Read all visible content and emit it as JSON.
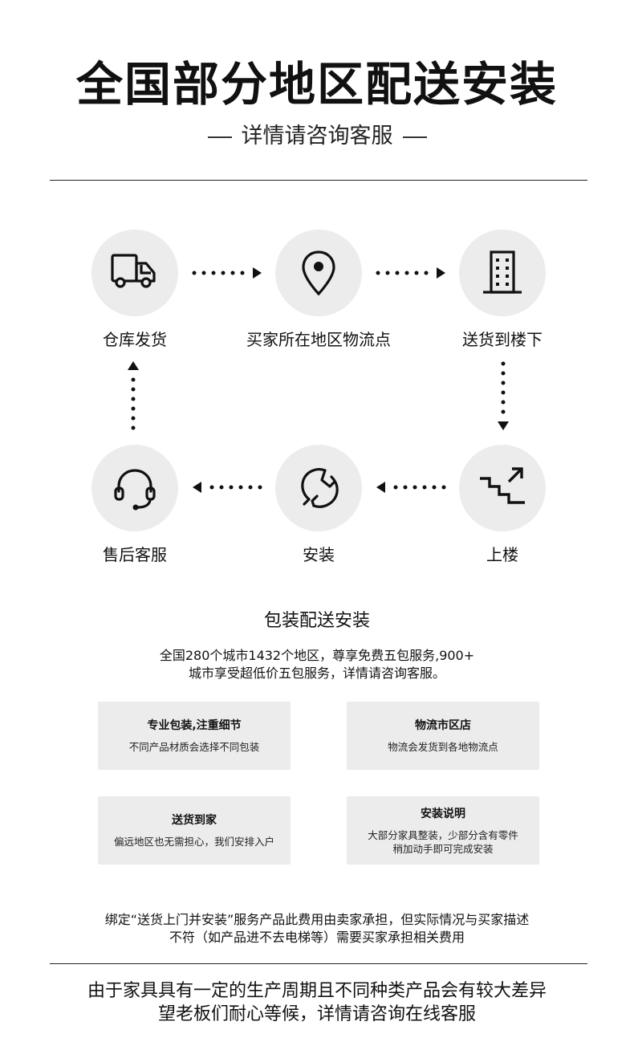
{
  "header": {
    "title": "全国部分地区配送安装",
    "subtitle": "详情请咨询客服"
  },
  "flow": {
    "steps": [
      {
        "label": "仓库发货",
        "icon": "truck-icon"
      },
      {
        "label": "买家所在地区物流点",
        "icon": "location-pin-icon"
      },
      {
        "label": "送货到楼下",
        "icon": "building-icon"
      },
      {
        "label": "上楼",
        "icon": "stairs-up-icon"
      },
      {
        "label": "安装",
        "icon": "wrench-icon"
      },
      {
        "label": "售后客服",
        "icon": "headset-icon"
      }
    ]
  },
  "section": {
    "title": "包装配送安装",
    "desc_line1": "全国280个城市1432个地区，尊享免费五包服务,900+",
    "desc_line2": "城市享受超低价五包服务，详情请咨询客服。"
  },
  "cards": [
    {
      "title": "专业包装,注重细节",
      "desc_line1": "不同产品材质会选择不同包装",
      "desc_line2": ""
    },
    {
      "title": "物流市区店",
      "desc_line1": "物流会发货到各地物流点",
      "desc_line2": ""
    },
    {
      "title": "送货到家",
      "desc_line1": "偏远地区也无需担心，我们安排入户",
      "desc_line2": ""
    },
    {
      "title": "安装说明",
      "desc_line1": "大部分家具整装，少部分含有零件",
      "desc_line2": "稍加动手即可完成安装"
    }
  ],
  "note": {
    "line1": "绑定“送货上门并安装”服务产品此费用由卖家承担，但实际情况与买家描述",
    "line2": "不符（如产品进不去电梯等）需要买家承担相关费用"
  },
  "footer": {
    "line1": "由于家具具有一定的生产周期且不同种类产品会有较大差异",
    "line2": "望老板们耐心等候，详情请咨询在线客服"
  }
}
